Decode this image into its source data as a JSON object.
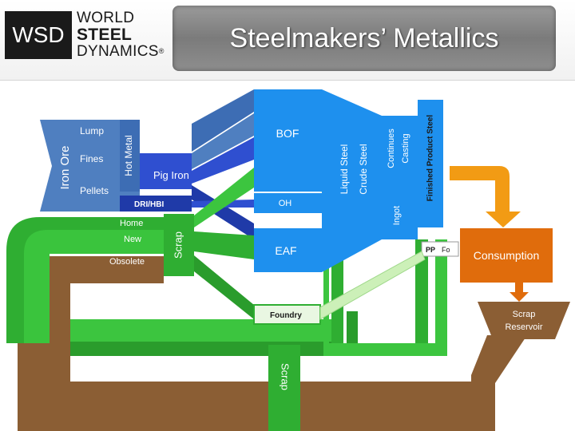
{
  "header": {
    "logo_abbrev": "WSD",
    "logo_lines": [
      "WORLD",
      "STEEL",
      "DYNAMICS"
    ],
    "logo_mark": "®",
    "title": "Steelmakers’ Metallics"
  },
  "diagram": {
    "iron_ore": "Iron Ore",
    "lump": "Lump",
    "fines": "Fines",
    "pellets": "Pellets",
    "hot_metal": "Hot Metal",
    "pig_iron": "Pig Iron",
    "dri_hbi": "DRI/HBI",
    "home": "Home",
    "new": "New",
    "obsolete": "Obsolete",
    "scrap_left": "Scrap",
    "bof": "BOF",
    "oh": "OH",
    "eaf": "EAF",
    "foundry": "Foundry",
    "liquid_steel": "Liquid Steel",
    "crude_steel": "Crude Steel",
    "continues": "Continues",
    "casting": "Casting",
    "ingot": "Ingot",
    "finished_product_steel": "Finished Product Steel",
    "pp": "PP",
    "fo": "Fo",
    "consumption": "Consumption",
    "scrap_reservoir_1": "Scrap",
    "scrap_reservoir_2": "Reservoir",
    "scrap_bottom": "Scrap"
  }
}
